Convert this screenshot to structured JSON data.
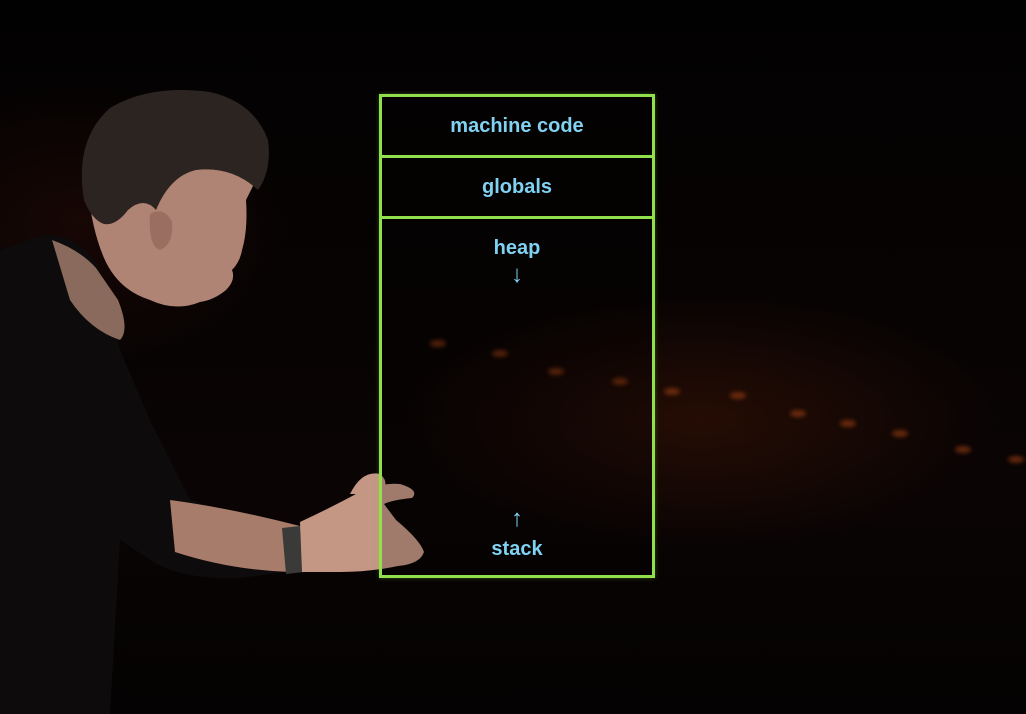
{
  "diagram": {
    "segments": {
      "machine_code": "machine code",
      "globals": "globals",
      "heap": "heap",
      "stack": "stack"
    },
    "arrows": {
      "heap_direction": "↓",
      "stack_direction": "↑"
    },
    "colors": {
      "border": "#8fe04a",
      "text": "#7fd2f2",
      "background": "#050202"
    }
  }
}
